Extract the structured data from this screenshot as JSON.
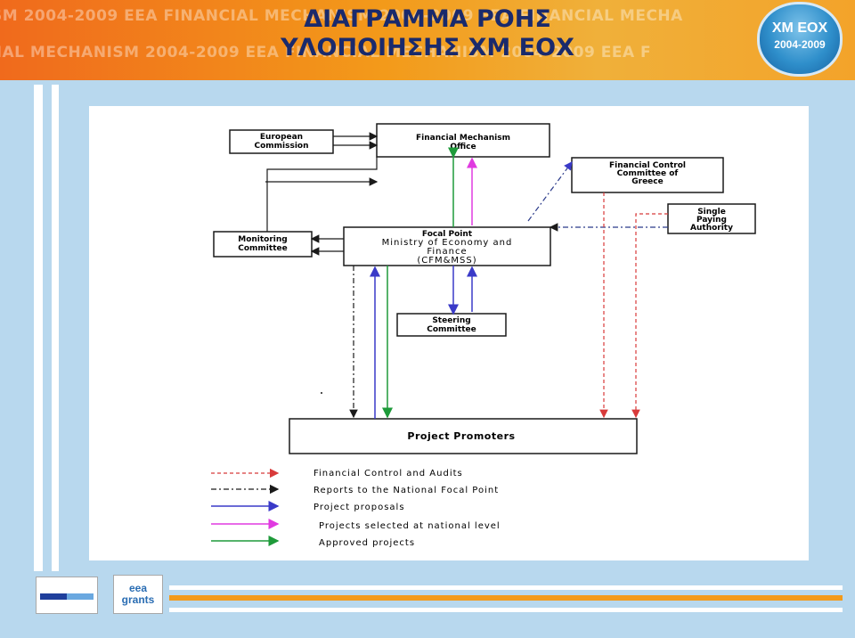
{
  "header": {
    "title_line1": "ΔΙΑΓΡΑΜΜΑ ΡΟΗΣ",
    "title_line2": "ΥΛΟΠΟΙΗΣΗΣ ΧΜ ΕΟΧ",
    "background_text_row1": "SM 2004-2009   EEA FINANCIAL MECHANISM 2004-2009   EEA FINANCIAL MECHA",
    "background_text_row2": "NCIAL MECHANISM 2004-2009   EEA FINANCIAL MECHANISM 2004-2009   EEA F",
    "badge_line1": "ΧΜ ΕΟΧ",
    "badge_line2": "2004-2009"
  },
  "diagram": {
    "nodes": {
      "european_commission": [
        "European",
        "Commission"
      ],
      "financial_mechanism_office": [
        "Financial Mechanism",
        "Office"
      ],
      "financial_control_committee": [
        "Financial Control",
        "Committee of",
        "Greece"
      ],
      "single_paying_authority": [
        "Single",
        "Paying",
        "Authority"
      ],
      "monitoring_committee": [
        "Monitoring",
        "Committee"
      ],
      "focal_point": [
        "Focal Point",
        "Ministry of Economy and",
        "Finance",
        "(CFM&MSS)"
      ],
      "steering_committee": [
        "Steering",
        "Committee"
      ],
      "project_promoters": [
        "Project Promoters"
      ]
    },
    "legend": [
      {
        "label": "Financial Control and Audits",
        "color": "#d83a3a",
        "style": "dashed"
      },
      {
        "label": "Reports to the National Focal Point",
        "color": "#1a1a1a",
        "style": "dash-dot"
      },
      {
        "label": "Project proposals",
        "color": "#3a3ac8",
        "style": "solid"
      },
      {
        "label": "Projects selected at national level",
        "color": "#e03ae0",
        "style": "solid"
      },
      {
        "label": "Approved projects",
        "color": "#1e9a3a",
        "style": "solid"
      }
    ]
  },
  "footer": {
    "logo2_line1": "eea",
    "logo2_line2": "grants"
  }
}
